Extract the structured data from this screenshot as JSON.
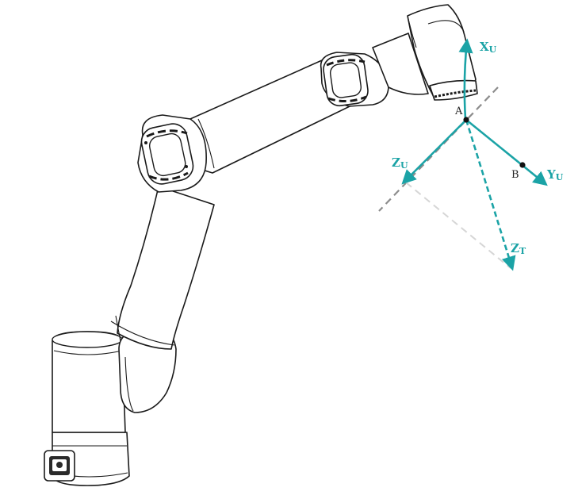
{
  "colors": {
    "axis": "#1ba3a6",
    "dashed_dark": "#8c8c8c",
    "dashed_light": "#d6d6d6",
    "robot_outline": "#1a1a1a",
    "point": "#111111"
  },
  "axes": {
    "xu": {
      "main": "X",
      "sub": "U"
    },
    "yu": {
      "main": "Y",
      "sub": "U"
    },
    "zu": {
      "main": "Z",
      "sub": "U"
    },
    "zt": {
      "main": "Z",
      "sub": "T"
    }
  },
  "points": {
    "a": "A",
    "b": "B"
  }
}
